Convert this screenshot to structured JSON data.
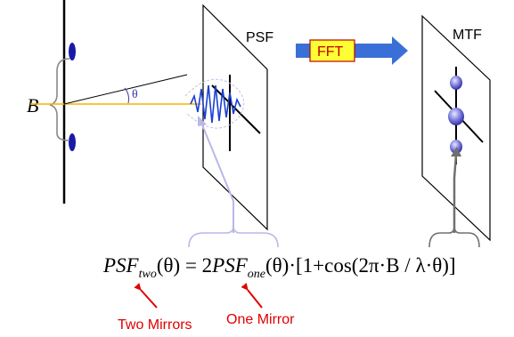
{
  "labels": {
    "psf": "PSF",
    "fft": "FFT",
    "mtf": "MTF",
    "baseline": "B",
    "angle": "θ"
  },
  "equation": {
    "lhs_fn": "PSF",
    "lhs_sub": "two",
    "lhs_arg": "(θ)",
    "rhs_coef": " = 2",
    "rhs_fn": "PSF",
    "rhs_sub": "one",
    "rhs_rest": "(θ)·[1+cos(2π·B / λ·θ)]"
  },
  "annotations": {
    "two_mirrors": "Two Mirrors",
    "one_mirror": "One Mirror"
  },
  "colors": {
    "mirror": "#1a1aa8",
    "beam": "#f5b400",
    "fringes": "#1a3fd0",
    "fft_box": "#ffff33",
    "fft_arrow": "#3b6fd8",
    "annotation": "#e00000",
    "bracket_left": "#b8b8e8",
    "bracket_right": "#707070",
    "mtf_peak": "#8080e0"
  }
}
